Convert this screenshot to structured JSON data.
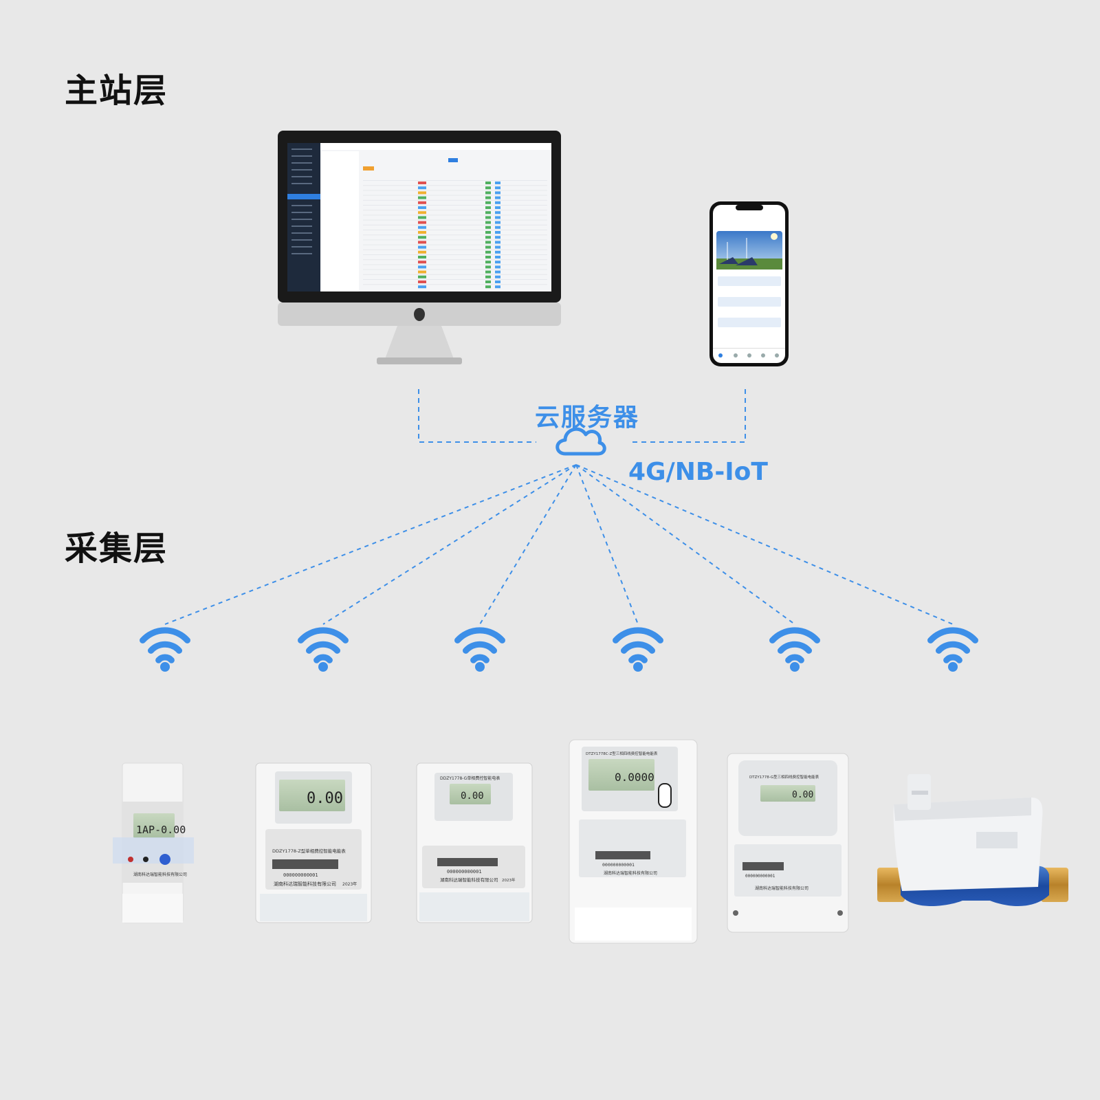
{
  "layers": {
    "master": "主站层",
    "collect": "采集层"
  },
  "cloud": {
    "name": "云服务器",
    "network": "4G/NB-IoT"
  },
  "colors": {
    "accent": "#3d8fe8",
    "background": "#e8e8e8",
    "title": "#111111"
  },
  "devices": {
    "master": [
      {
        "id": "desktop",
        "icon": "imac-icon"
      },
      {
        "id": "mobile",
        "icon": "smartphone-icon"
      }
    ],
    "terminals": [
      {
        "id": "din-rail-meter",
        "icon": "din-rail-meter-icon",
        "display": "1AP-0.00",
        "brand": "湖南科达瑞智能科技有限公司"
      },
      {
        "id": "single-phase-meter-1",
        "icon": "single-phase-meter-icon",
        "display": "0.00",
        "model": "DDZY1778-Z型单相费控智能电能表",
        "serial": "000000000001",
        "brand": "湖南科达瑞智能科技有限公司",
        "year": "2023年"
      },
      {
        "id": "single-phase-meter-2",
        "icon": "single-phase-meter-icon",
        "display": "0.00",
        "model": "DDZY1778-G单相费控智能电表",
        "serial": "000000000001",
        "brand": "湖南科达瑞智能科技有限公司",
        "year": "2023年"
      },
      {
        "id": "three-phase-meter-1",
        "icon": "three-phase-meter-icon",
        "display": "0.0000",
        "model": "DTZY1778C-Z型三相四线费控智能电能表",
        "serial": "000000000001",
        "brand": "湖南科达瑞智能科技有限公司"
      },
      {
        "id": "three-phase-meter-2",
        "icon": "three-phase-meter-icon",
        "display": "0.00",
        "model": "DTZY1778-G型三相四线费控智能电能表",
        "serial": "000000000001",
        "brand": "湖南科达瑞智能科技有限公司"
      },
      {
        "id": "water-meter",
        "icon": "water-meter-icon"
      }
    ]
  },
  "wifi_nodes": [
    {
      "id": "wifi-1",
      "icon": "wifi-icon"
    },
    {
      "id": "wifi-2",
      "icon": "wifi-icon"
    },
    {
      "id": "wifi-3",
      "icon": "wifi-icon"
    },
    {
      "id": "wifi-4",
      "icon": "wifi-icon"
    },
    {
      "id": "wifi-5",
      "icon": "wifi-icon"
    },
    {
      "id": "wifi-6",
      "icon": "wifi-icon"
    }
  ]
}
